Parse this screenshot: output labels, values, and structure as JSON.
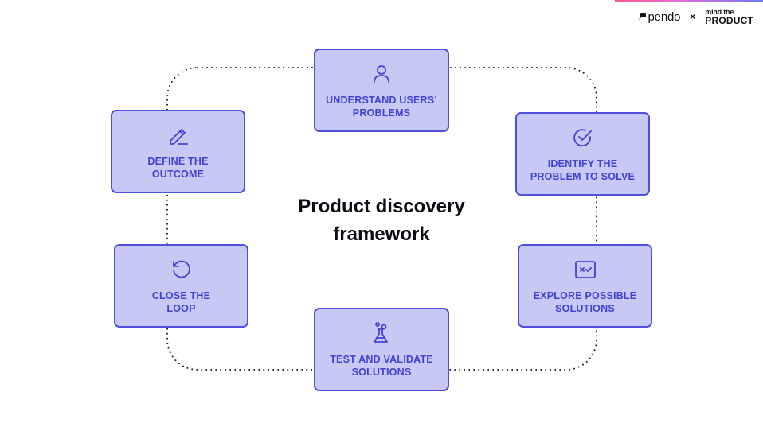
{
  "brand": {
    "pendo": "pendo",
    "times": "×",
    "mtp_small": "mind the",
    "mtp_big": "PRODUCT"
  },
  "title": "Product discovery\nframework",
  "steps": [
    {
      "label": "UNDERSTAND USERS’\nPROBLEMS",
      "icon": "user-icon"
    },
    {
      "label": "IDENTIFY THE\nPROBLEM TO SOLVE",
      "icon": "check-circle-icon"
    },
    {
      "label": "EXPLORE POSSIBLE\nSOLUTIONS",
      "icon": "x-check-window-icon"
    },
    {
      "label": "TEST AND VALIDATE\nSOLUTIONS",
      "icon": "flask-icon"
    },
    {
      "label": "CLOSE THE\nLOOP",
      "icon": "refresh-icon"
    },
    {
      "label": "DEFINE THE\nOUTCOME",
      "icon": "pencil-icon"
    }
  ],
  "colors": {
    "box_fill": "#c8c8f5",
    "box_border": "#4f4fe0",
    "box_text": "#4343d2",
    "title": "#0b0b14"
  }
}
